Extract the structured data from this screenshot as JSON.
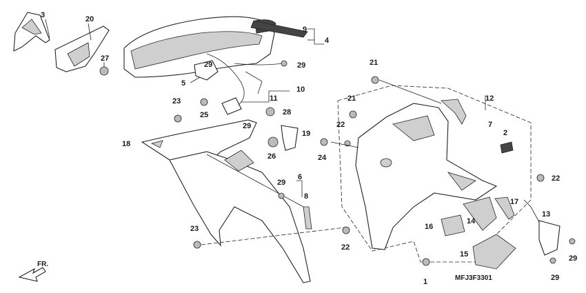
{
  "diagram_code": "MFJ3F3301",
  "direction_label": "FR.",
  "callouts": [
    "3",
    "20",
    "27",
    "9",
    "4",
    "29",
    "5",
    "29",
    "11",
    "10",
    "23",
    "25",
    "28",
    "29",
    "18",
    "19",
    "26",
    "29",
    "24",
    "6",
    "8",
    "23",
    "22",
    "21",
    "21",
    "22",
    "12",
    "7",
    "2",
    "22",
    "17",
    "13",
    "14",
    "16",
    "15",
    "1",
    "29",
    "29"
  ]
}
